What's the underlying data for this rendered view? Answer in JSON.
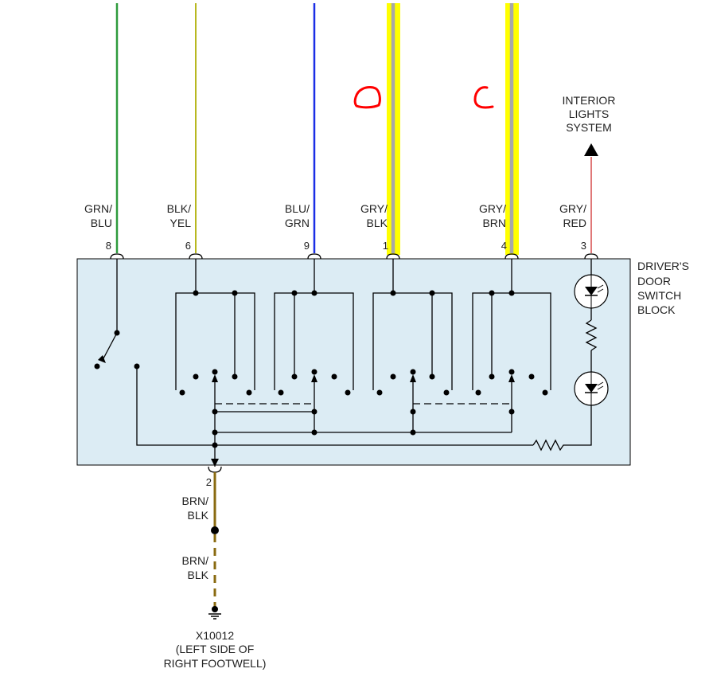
{
  "colors": {
    "block_fill": "#dcecf4",
    "highlight": "#ffff00",
    "gry": "#a8a8a8",
    "grn_blu": "#2e9b3c",
    "blk_yel": "#b8b820",
    "blu_grn": "#1a2ee6",
    "gry_red": "#e07878",
    "brn_blk": "#8a6a10",
    "annotation": "#ff0000"
  },
  "wires": [
    {
      "id": "grn-blu",
      "color_line1": "GRN/",
      "color_line2": "BLU",
      "pin": "8"
    },
    {
      "id": "blk-yel",
      "color_line1": "BLK/",
      "color_line2": "YEL",
      "pin": "6"
    },
    {
      "id": "blu-grn",
      "color_line1": "BLU/",
      "color_line2": "GRN",
      "pin": "9"
    },
    {
      "id": "gry-blk",
      "color_line1": "GRY/",
      "color_line2": "BLK",
      "pin": "1"
    },
    {
      "id": "gry-brn",
      "color_line1": "GRY/",
      "color_line2": "BRN",
      "pin": "4"
    },
    {
      "id": "gry-red",
      "color_line1": "GRY/",
      "color_line2": "RED",
      "pin": "3"
    }
  ],
  "interior": {
    "line1": "INTERIOR",
    "line2": "LIGHTS",
    "line3": "SYSTEM"
  },
  "block": {
    "line1": "DRIVER'S",
    "line2": "DOOR",
    "line3": "SWITCH",
    "line4": "BLOCK"
  },
  "ground_wire": {
    "pin": "2",
    "upper_line1": "BRN/",
    "upper_line2": "BLK",
    "lower_line1": "BRN/",
    "lower_line2": "BLK"
  },
  "ground": {
    "line1": "X10012",
    "line2": "(LEFT SIDE OF",
    "line3": "RIGHT FOOTWELL)"
  },
  "icons": {
    "ground": "ground-symbol-icon",
    "led": "led-icon",
    "resistor": "resistor-icon",
    "arrow": "arrow-up-icon"
  }
}
